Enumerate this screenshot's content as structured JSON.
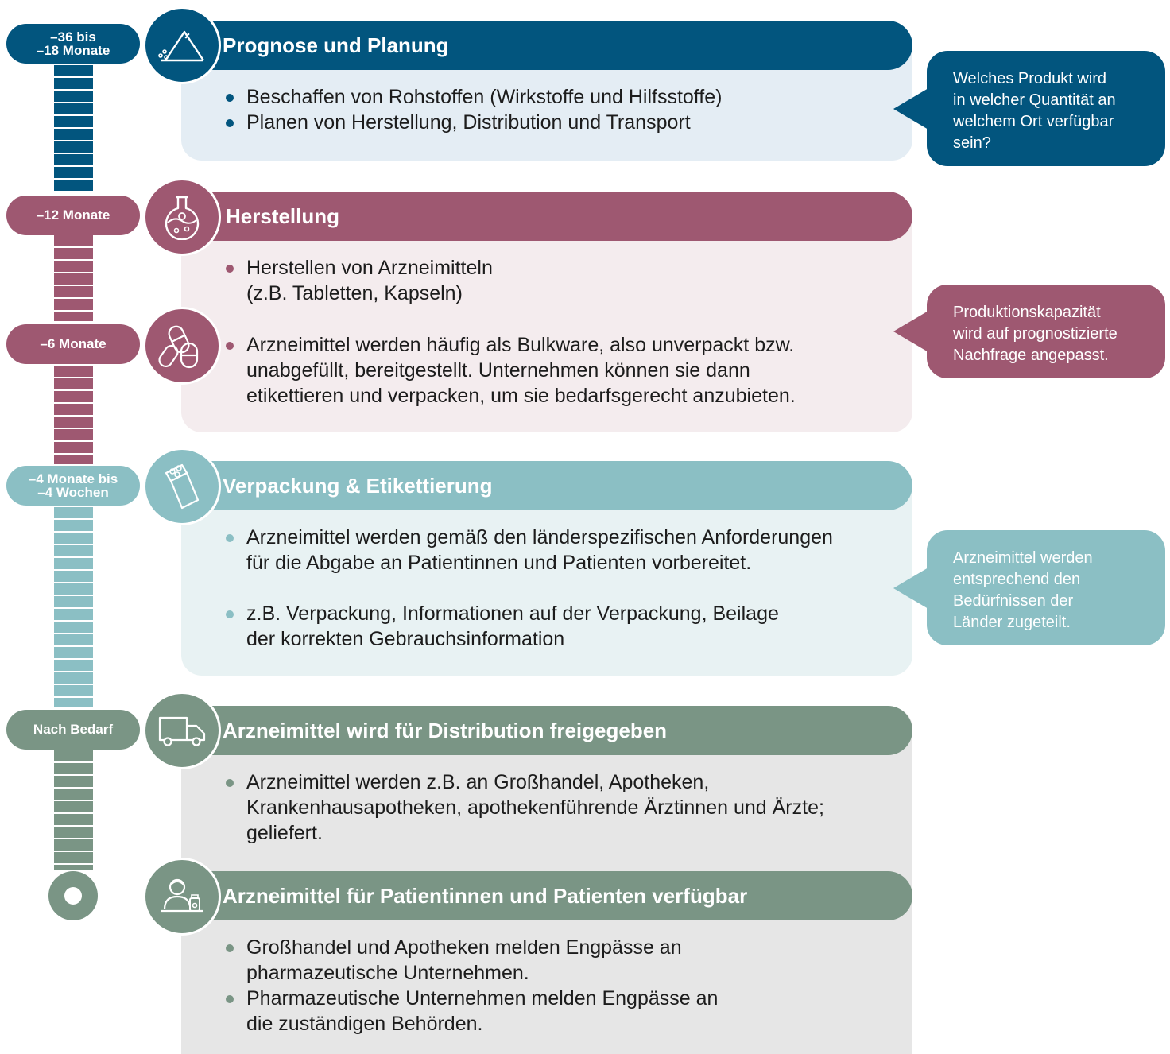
{
  "colors": {
    "blue": "#02557E",
    "blue_light": "#E4EDF4",
    "mauve": "#9E5871",
    "mauve_light": "#F4ECEE",
    "teal": "#8BBFC4",
    "teal_light": "#E8F2F3",
    "green": "#7A9585",
    "green_light": "#E6E6E6"
  },
  "timeline": {
    "t1_line1": "–36 bis",
    "t1_line2": "–18 Monate",
    "t2": "–12 Monate",
    "t3": "–6 Monate",
    "t4_line1": "–4 Monate bis",
    "t4_line2": "–4 Wochen",
    "t5": "Nach Bedarf"
  },
  "stages": {
    "planung": {
      "icon": "mountain-icon",
      "title": "Prognose und Planung",
      "bullets": [
        "Beschaffen von Rohstoffen (Wirkstoffe und Hilfsstoffe)",
        "Planen von Herstellung, Distribution und Transport"
      ]
    },
    "herstellung": {
      "icon": "flask-icon",
      "secondary_icon": "capsules-icon",
      "title": "Herstellung",
      "bullet1_line1": "Herstellen von Arzneimitteln",
      "bullet1_line2": "(z.B. Tabletten, Kapseln)",
      "bullet2_line1": "Arzneimittel werden häufig als Bulkware, also unverpackt bzw.",
      "bullet2_line2": "unabgefüllt, bereitgestellt. Unternehmen können sie dann",
      "bullet2_line3": "etikettieren und verpacken, um sie bedarfsgerecht anzubieten."
    },
    "verpackung": {
      "icon": "blister-box-icon",
      "title": "Verpackung & Etikettierung",
      "bullet1_line1": "Arzneimittel werden gemäß den länderspezifischen Anforderungen",
      "bullet1_line2": "für die Abgabe an Patientinnen und Patienten vorbereitet.",
      "bullet2_line1": "z.B. Verpackung, Informationen auf der Verpackung, Beilage",
      "bullet2_line2": "der korrekten Gebrauchsinformation"
    },
    "distribution": {
      "icon": "truck-icon",
      "title": "Arzneimittel wird für Distribution freigegeben",
      "bullet1_line1": "Arzneimittel werden z.B. an Großhandel, Apotheken,",
      "bullet1_line2": "Krankenhausapotheken, apothekenführende Ärztinnen und Ärzte;",
      "bullet1_line3": "geliefert."
    },
    "verfuegbar": {
      "icon": "pharmacist-icon",
      "title": "Arzneimittel für Patientinnen und Patienten verfügbar",
      "bullet1_line1": "Großhandel und Apotheken melden Engpässe an",
      "bullet1_line2": "pharmazeutische Unternehmen.",
      "bullet2_line1": "Pharmazeutische Unternehmen melden Engpässe an",
      "bullet2_line2": "die zuständigen Behörden."
    }
  },
  "bubbles": {
    "b1": [
      "Welches Produkt wird",
      "in welcher Quantität an",
      "welchem Ort verfügbar",
      "sein?"
    ],
    "b2": [
      "Produktionskapazität",
      "wird auf prognostizierte",
      "Nachfrage angepasst."
    ],
    "b3": [
      "Arzneimittel werden",
      "entsprechend den",
      "Bedürfnissen der",
      "Länder zugeteilt."
    ]
  }
}
